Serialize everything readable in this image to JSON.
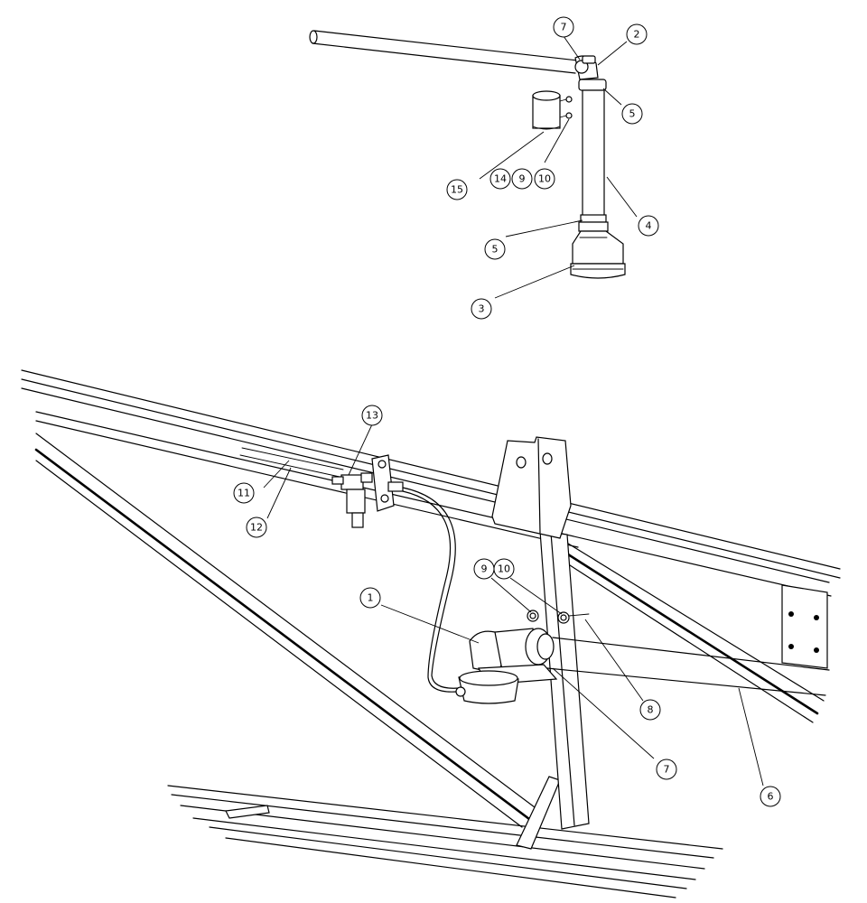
{
  "callouts": {
    "top_7": "7",
    "top_2": "2",
    "top_5a": "5",
    "top_15": "15",
    "top_14": "14",
    "top_9": "9",
    "top_10": "10",
    "top_4": "4",
    "top_5b": "5",
    "top_3": "3",
    "bot_13": "13",
    "bot_11": "11",
    "bot_12": "12",
    "bot_9": "9",
    "bot_10": "10",
    "bot_1": "1",
    "bot_8": "8",
    "bot_7": "7",
    "bot_6": "6"
  }
}
